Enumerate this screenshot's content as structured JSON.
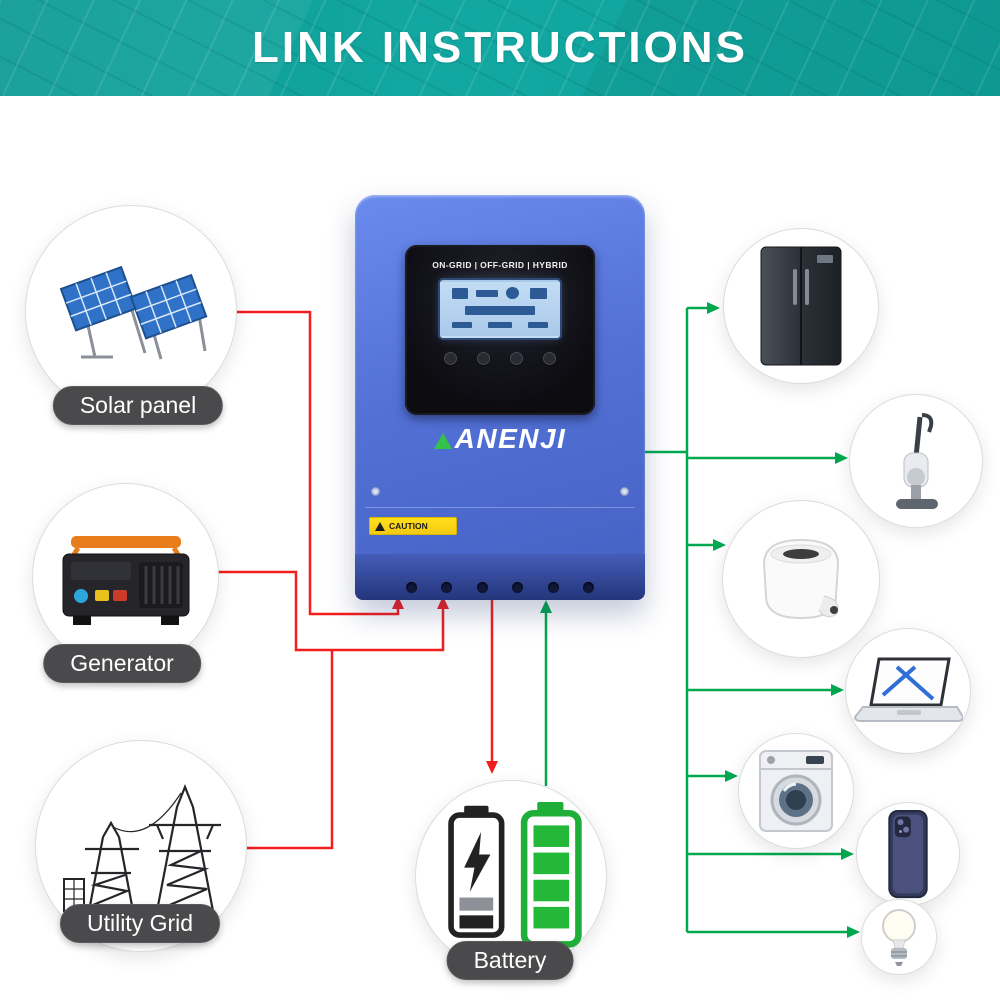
{
  "header": {
    "title": "LINK INSTRUCTIONS"
  },
  "inverter": {
    "modes_label": "ON-GRID | OFF-GRID | HYBRID",
    "brand": "ANENJI",
    "caution_label": "CAUTION"
  },
  "sources": [
    {
      "id": "solar-panel",
      "label": "Solar panel",
      "icon": "solar-panel-icon",
      "line_color": "#f21d1d"
    },
    {
      "id": "generator",
      "label": "Generator",
      "icon": "generator-icon",
      "line_color": "#f21d1d"
    },
    {
      "id": "utility-grid",
      "label": "Utility Grid",
      "icon": "utility-grid-icon",
      "line_color": "#f21d1d"
    }
  ],
  "storage": {
    "id": "battery",
    "label": "Battery",
    "icon": "battery-icon",
    "charge_line_color": "#f21d1d",
    "discharge_line_color": "#00a84f"
  },
  "loads": [
    {
      "id": "refrigerator",
      "icon": "refrigerator-icon"
    },
    {
      "id": "vacuum-cleaner",
      "icon": "vacuum-cleaner-icon"
    },
    {
      "id": "air-fryer",
      "icon": "air-fryer-icon"
    },
    {
      "id": "laptop",
      "icon": "laptop-icon"
    },
    {
      "id": "washing-machine",
      "icon": "washing-machine-icon"
    },
    {
      "id": "smartphone",
      "icon": "smartphone-icon"
    },
    {
      "id": "light-bulb",
      "icon": "light-bulb-icon"
    }
  ],
  "colors": {
    "header_teal": "#12a8a1",
    "inverter_blue": "#5371d7",
    "input_line_red": "#f21d1d",
    "output_line_green": "#00a84f",
    "label_pill_gray": "#4a4a4c",
    "brand_accent_green": "#35c24a",
    "caution_yellow": "#ffe01a"
  }
}
